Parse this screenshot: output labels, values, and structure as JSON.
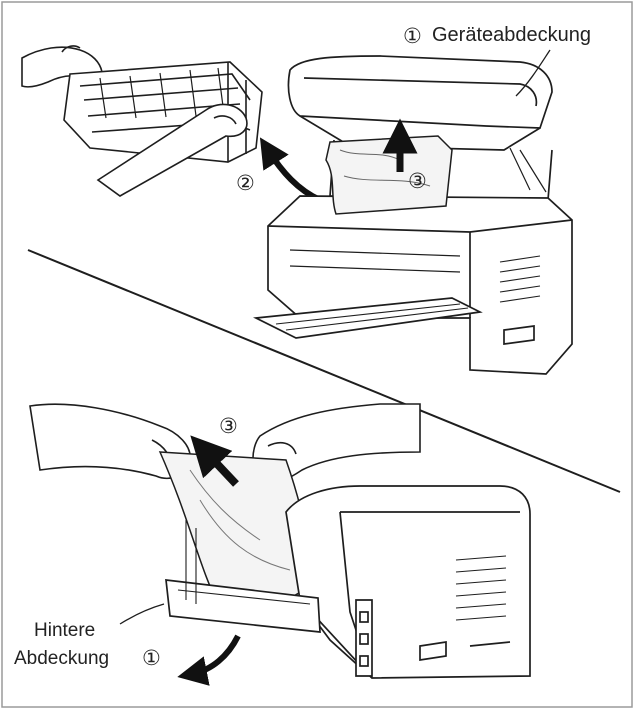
{
  "colors": {
    "ink": "#1e1e1e",
    "frame": "#9a9a9a",
    "paper": "#f4f4f4",
    "body": "#ffffff",
    "arrow": "#111111"
  },
  "top_scene": {
    "cover_label": {
      "marker": "①",
      "text": "Geräteabdeckung"
    },
    "step_remove_drum": "②",
    "step_pull_paper": "③"
  },
  "bottom_scene": {
    "rear_cover_label": {
      "line1": "Hintere",
      "line2": "Abdeckung"
    },
    "step_open_rear": "①",
    "step_pull_paper": "③"
  }
}
